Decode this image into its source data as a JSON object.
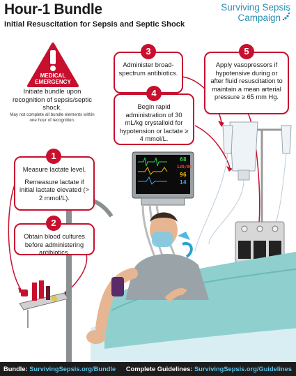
{
  "header": {
    "title": "Hour-1 Bundle",
    "subtitle": "Initial Resuscitation for Sepsis and Septic Shock"
  },
  "logo": {
    "line1": "Surviving Sepsis",
    "line2": "Campaign"
  },
  "warning": {
    "badge_line1": "MEDICAL",
    "badge_line2": "EMERGENCY",
    "text": "Initiate bundle upon recognition of sepsis/septic shock.",
    "note": "May not complete all bundle elements within one hour of recognition."
  },
  "steps": [
    {
      "number": "1",
      "text1": "Measure lactate level.",
      "text2": "Remeasure lactate if initial lactate elevated (> 2 mmol/L)."
    },
    {
      "number": "2",
      "text1": "Obtain blood cultures before administering antibiotics."
    },
    {
      "number": "3",
      "text1": "Administer broad-spectrum antibiotics."
    },
    {
      "number": "4",
      "text1": "Begin rapid administration of 30 mL/kg crystalloid for hypotension or lactate ≥ 4 mmol/L."
    },
    {
      "number": "5",
      "text1": "Apply vasopressors if hypotensive during or after fluid resuscitation to maintain a mean arterial pressure ≥ 65 mm Hg."
    }
  ],
  "monitor": {
    "v1": "68",
    "v2": "120/80",
    "v3": "96",
    "v4": "14"
  },
  "footer": {
    "bundle_label": "Bundle:",
    "bundle_url": "SurvivingSepsis.org/Bundle",
    "guidelines_label": "Complete Guidelines:",
    "guidelines_url": "SurvivingSepsis.org/Guidelines"
  },
  "colors": {
    "accent_red": "#c8102e",
    "brand_blue": "#2c8fb1",
    "footer_bg": "#1c1c1c",
    "link_blue": "#5bc2e7"
  }
}
